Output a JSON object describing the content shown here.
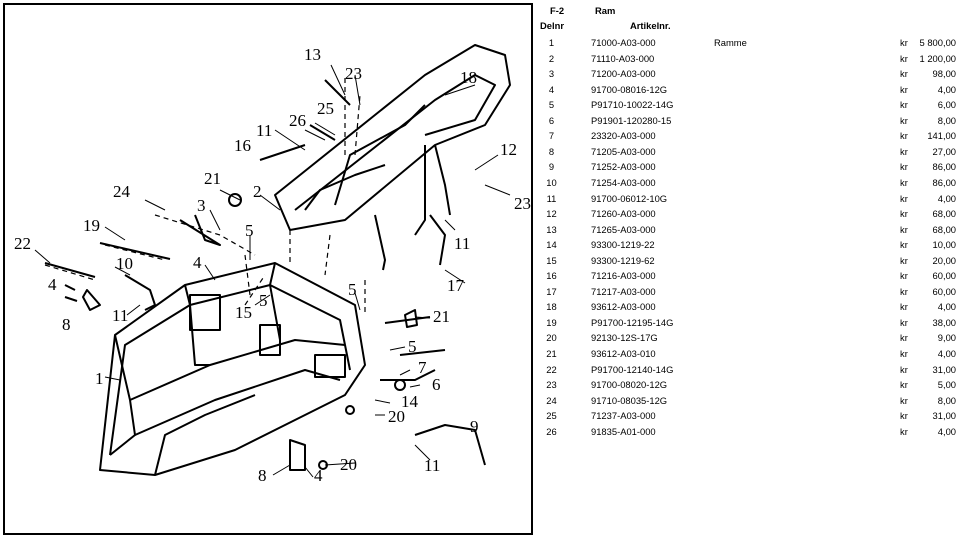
{
  "header": {
    "section": "F-2",
    "title": "Ram",
    "col_delnr": "Delnr",
    "col_artikelnr": "Artikelnr."
  },
  "diagram": {
    "callouts": [
      "13",
      "23",
      "18",
      "25",
      "26",
      "11",
      "16",
      "12",
      "23",
      "21",
      "2",
      "24",
      "3",
      "19",
      "11",
      "22",
      "5",
      "10",
      "4",
      "17",
      "4",
      "5",
      "15",
      "11",
      "8",
      "5",
      "21",
      "5",
      "1",
      "7",
      "6",
      "14",
      "20",
      "9",
      "8",
      "4",
      "20",
      "11"
    ]
  },
  "parts": [
    {
      "no": "1",
      "art": "71000-A03-000",
      "desc": "Ramme",
      "cur": "kr",
      "price": "5 800,00"
    },
    {
      "no": "2",
      "art": "71110-A03-000",
      "desc": "",
      "cur": "kr",
      "price": "1 200,00"
    },
    {
      "no": "3",
      "art": "71200-A03-000",
      "desc": "",
      "cur": "kr",
      "price": "98,00"
    },
    {
      "no": "4",
      "art": "91700-08016-12G",
      "desc": "",
      "cur": "kr",
      "price": "4,00"
    },
    {
      "no": "5",
      "art": "P91710-10022-14G",
      "desc": "",
      "cur": "kr",
      "price": "6,00"
    },
    {
      "no": "6",
      "art": "P91901-120280-15",
      "desc": "",
      "cur": "kr",
      "price": "8,00"
    },
    {
      "no": "7",
      "art": "23320-A03-000",
      "desc": "",
      "cur": "kr",
      "price": "141,00"
    },
    {
      "no": "8",
      "art": "71205-A03-000",
      "desc": "",
      "cur": "kr",
      "price": "27,00"
    },
    {
      "no": "9",
      "art": "71252-A03-000",
      "desc": "",
      "cur": "kr",
      "price": "86,00"
    },
    {
      "no": "10",
      "art": "71254-A03-000",
      "desc": "",
      "cur": "kr",
      "price": "86,00"
    },
    {
      "no": "11",
      "art": "91700-06012-10G",
      "desc": "",
      "cur": "kr",
      "price": "4,00"
    },
    {
      "no": "12",
      "art": "71260-A03-000",
      "desc": "",
      "cur": "kr",
      "price": "68,00"
    },
    {
      "no": "13",
      "art": "71265-A03-000",
      "desc": "",
      "cur": "kr",
      "price": "68,00"
    },
    {
      "no": "14",
      "art": "93300-1219-22",
      "desc": "",
      "cur": "kr",
      "price": "10,00"
    },
    {
      "no": "15",
      "art": "93300-1219-62",
      "desc": "",
      "cur": "kr",
      "price": "20,00"
    },
    {
      "no": "16",
      "art": "71216-A03-000",
      "desc": "",
      "cur": "kr",
      "price": "60,00"
    },
    {
      "no": "17",
      "art": "71217-A03-000",
      "desc": "",
      "cur": "kr",
      "price": "60,00"
    },
    {
      "no": "18",
      "art": "93612-A03-000",
      "desc": "",
      "cur": "kr",
      "price": "4,00"
    },
    {
      "no": "19",
      "art": "P91700-12195-14G",
      "desc": "",
      "cur": "kr",
      "price": "38,00"
    },
    {
      "no": "20",
      "art": "92130-12S-17G",
      "desc": "",
      "cur": "kr",
      "price": "9,00"
    },
    {
      "no": "21",
      "art": "93612-A03-010",
      "desc": "",
      "cur": "kr",
      "price": "4,00"
    },
    {
      "no": "22",
      "art": "P91700-12140-14G",
      "desc": "",
      "cur": "kr",
      "price": "31,00"
    },
    {
      "no": "23",
      "art": "91700-08020-12G",
      "desc": "",
      "cur": "kr",
      "price": "5,00"
    },
    {
      "no": "24",
      "art": "91710-08035-12G",
      "desc": "",
      "cur": "kr",
      "price": "8,00"
    },
    {
      "no": "25",
      "art": "71237-A03-000",
      "desc": "",
      "cur": "kr",
      "price": "31,00"
    },
    {
      "no": "26",
      "art": "91835-A01-000",
      "desc": "",
      "cur": "kr",
      "price": "4,00"
    }
  ]
}
